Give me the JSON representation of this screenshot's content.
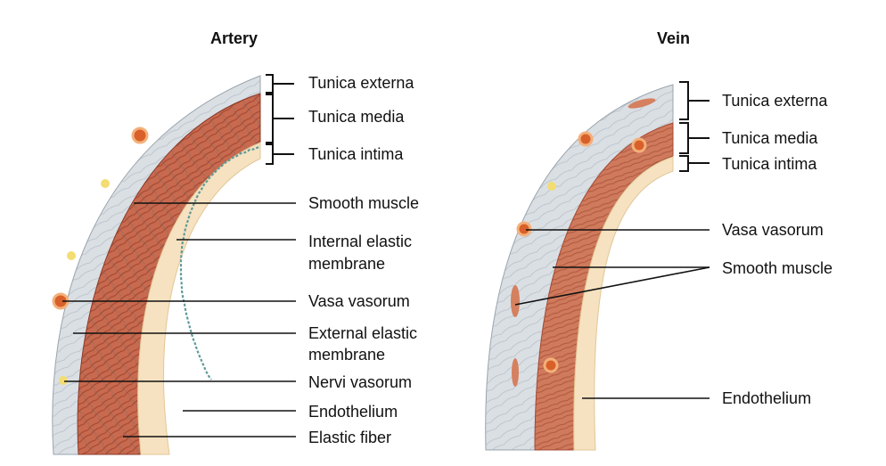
{
  "artery": {
    "title": "Artery",
    "labels": {
      "tunica_externa": "Tunica externa",
      "tunica_media": "Tunica media",
      "tunica_intima": "Tunica intima",
      "smooth_muscle": "Smooth muscle",
      "internal_elastic_1": "Internal elastic",
      "internal_elastic_2": "membrane",
      "vasa_vasorum": "Vasa vasorum",
      "external_elastic_1": "External elastic",
      "external_elastic_2": "membrane",
      "nervi_vasorum": "Nervi vasorum",
      "endothelium": "Endothelium",
      "elastic_fiber": "Elastic fiber"
    }
  },
  "vein": {
    "title": "Vein",
    "labels": {
      "tunica_externa": "Tunica externa",
      "tunica_media": "Tunica media",
      "tunica_intima": "Tunica intima",
      "vasa_vasorum": "Vasa vasorum",
      "smooth_muscle": "Smooth muscle",
      "endothelium": "Endothelium"
    }
  },
  "colors": {
    "externa": "#d9dde3",
    "media": "#c9694f",
    "intima": "#f6e2c0",
    "elastic": "#5f9a9a",
    "vessel_dot": "#d9602a",
    "nerve_dot": "#f3dd72"
  }
}
